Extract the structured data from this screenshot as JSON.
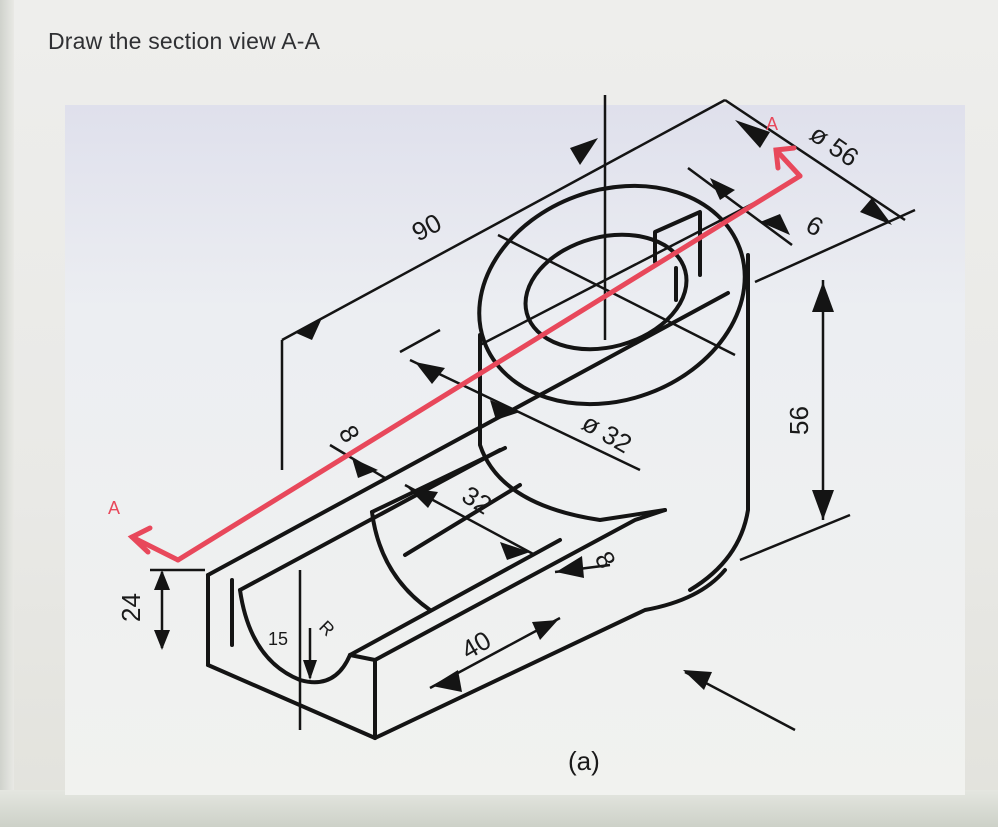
{
  "question": "Draw the section view A-A",
  "figure_caption": "(a)",
  "section_label_left": "A",
  "section_label_right": "A",
  "dimensions": {
    "d90": "90",
    "dia56": "ø 56",
    "d6": "6",
    "d56": "56",
    "dia32": "ø 32",
    "d8_top": "8",
    "d32": "32",
    "d8_right": "8",
    "d40": "40",
    "d24": "24",
    "d15": "15",
    "dR": "R"
  },
  "colors": {
    "section_line": "#e8485b",
    "ink": "#141414"
  }
}
